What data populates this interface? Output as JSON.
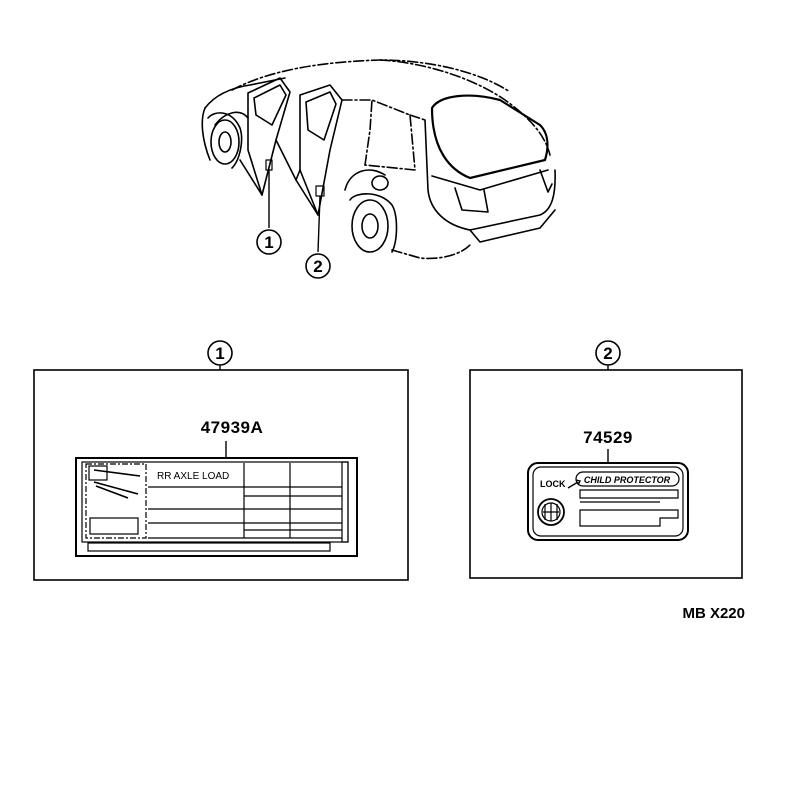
{
  "diagram": {
    "callouts": [
      {
        "id": "1",
        "label": "1"
      },
      {
        "id": "2",
        "label": "2"
      }
    ],
    "panels": [
      {
        "callout": "1",
        "part_number": "47939A",
        "label_text": "RR AXLE LOAD"
      },
      {
        "callout": "2",
        "part_number": "74529",
        "lock_text": "LOCK",
        "title_text": "CHILD PROTECTOR"
      }
    ],
    "drawing_code": "MB X220"
  }
}
